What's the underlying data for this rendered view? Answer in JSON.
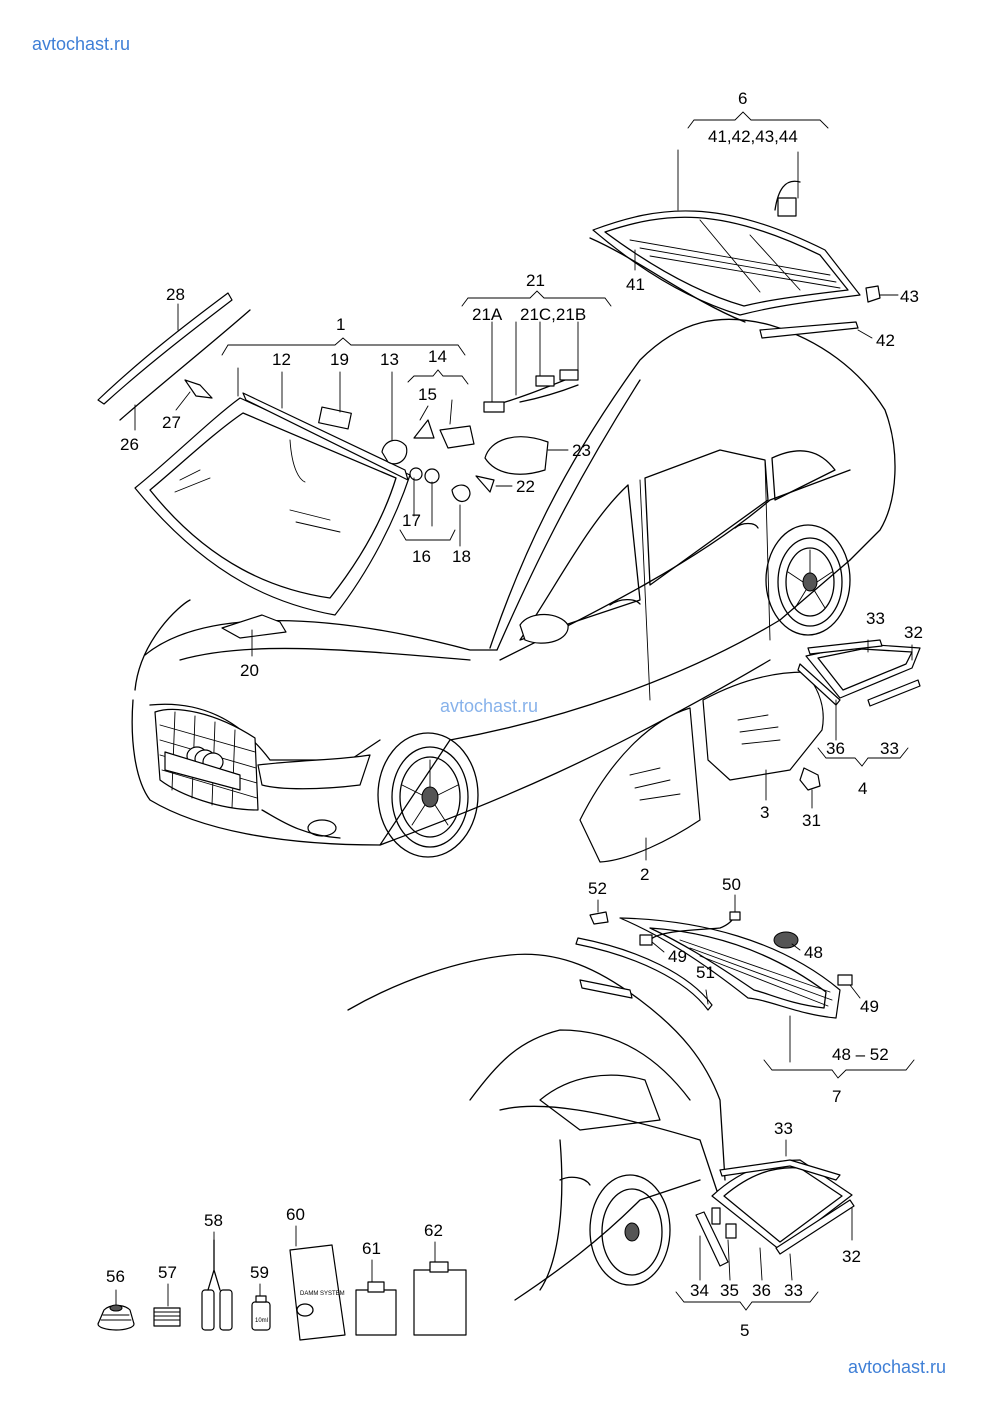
{
  "watermarks": {
    "top_left": "avtochast.ru",
    "center": "avtochast.ru",
    "bottom_right": "avtochast.ru"
  },
  "callouts": {
    "c1": "1",
    "c2": "2",
    "c3": "3",
    "c4": "4",
    "c5": "5",
    "c6": "6",
    "c7": "7",
    "c12": "12",
    "c13": "13",
    "c14": "14",
    "c15": "15",
    "c16": "16",
    "c17": "17",
    "c18": "18",
    "c19": "19",
    "c20": "20",
    "c21": "21",
    "c21a": "21A",
    "c21cb": "21C,21B",
    "c22": "22",
    "c23": "23",
    "c26": "26",
    "c27": "27",
    "c28": "28",
    "c31": "31",
    "c32a": "32",
    "c32b": "32",
    "c33a": "33",
    "c33b": "33",
    "c33c": "33",
    "c33d": "33",
    "c34": "34",
    "c35": "35",
    "c36a": "36",
    "c36b": "36",
    "c41": "41",
    "c41_44": "41,42,43,44",
    "c42": "42",
    "c43": "43",
    "c48": "48",
    "c48_52": "48 – 52",
    "c49a": "49",
    "c49b": "49",
    "c50": "50",
    "c51": "51",
    "c52": "52",
    "c56": "56",
    "c57": "57",
    "c58": "58",
    "c59": "59",
    "c60": "60",
    "c61": "61",
    "c62": "62"
  },
  "product_text": {
    "bottle_label": "10ml",
    "kit_label": "DAMM SYSTEM"
  }
}
